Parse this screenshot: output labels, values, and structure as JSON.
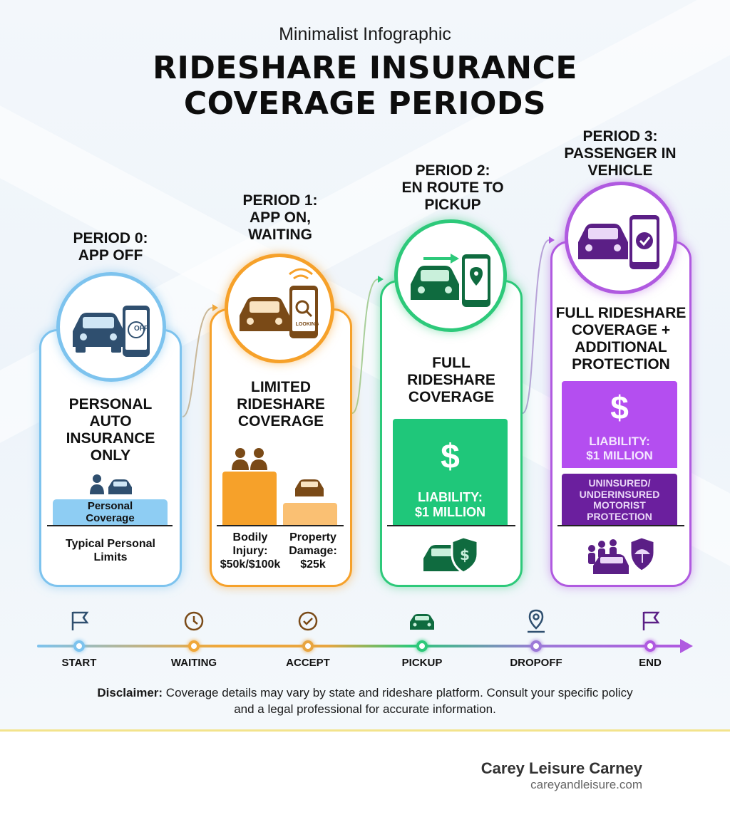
{
  "header": {
    "subtitle": "Minimalist Infographic",
    "title_line1": "RIDESHARE INSURANCE",
    "title_line2": "COVERAGE PERIODS"
  },
  "colors": {
    "period0": "#7dc3ee",
    "period1": "#f6a12a",
    "period2": "#2dc97a",
    "period3": "#b05ae0"
  },
  "periods": [
    {
      "label_line1": "PERIOD 0:",
      "label_line2": "APP OFF",
      "icon": "car-phone-off-icon",
      "phone_text": "OFF",
      "coverage_lines": [
        "PERSONAL",
        "AUTO",
        "INSURANCE",
        "ONLY"
      ],
      "bar_label_line1": "Personal",
      "bar_label_line2": "Coverage",
      "footer_line1": "Typical Personal",
      "footer_line2": "Limits"
    },
    {
      "label_line1": "PERIOD 1:",
      "label_line2": "APP ON,",
      "label_line3": "WAITING",
      "icon": "car-phone-looking-icon",
      "phone_text": "LOOKING",
      "coverage_lines": [
        "LIMITED",
        "RIDESHARE",
        "COVERAGE"
      ],
      "bodily_lines": [
        "Bodily",
        "Injury:",
        "$50k/$100k"
      ],
      "property_lines": [
        "Property",
        "Damage:",
        "$25k"
      ]
    },
    {
      "label_line1": "PERIOD 2:",
      "label_line2": "EN ROUTE TO",
      "label_line3": "PICKUP",
      "icon": "car-phone-location-icon",
      "coverage_lines": [
        "FULL",
        "RIDESHARE",
        "COVERAGE"
      ],
      "dollar": "$",
      "liability_line1": "LIABILITY:",
      "liability_line2": "$1 MILLION"
    },
    {
      "label_line1": "PERIOD 3:",
      "label_line2": "PASSENGER IN",
      "label_line3": "VEHICLE",
      "icon": "car-phone-check-icon",
      "coverage_lines": [
        "FULL RIDESHARE",
        "COVERAGE +",
        "ADDITIONAL",
        "PROTECTION"
      ],
      "dollar": "$",
      "liability_line1": "LIABILITY:",
      "liability_line2": "$1 MILLION",
      "uninsured_lines": [
        "UNINSURED/",
        "UNDERINSURED",
        "MOTORIST",
        "PROTECTION"
      ]
    }
  ],
  "timeline": [
    {
      "label": "START",
      "icon": "flag-icon",
      "color": "#7dc3ee"
    },
    {
      "label": "WAITING",
      "icon": "clock-icon",
      "color": "#f0a83a"
    },
    {
      "label": "ACCEPT",
      "icon": "check-circle-icon",
      "color": "#e8a540"
    },
    {
      "label": "PICKUP",
      "icon": "car-icon",
      "color": "#2dc97a"
    },
    {
      "label": "DROPOFF",
      "icon": "map-pin-icon",
      "color": "#9d7ad8"
    },
    {
      "label": "END",
      "icon": "flag-icon",
      "color": "#b05ae0"
    }
  ],
  "disclaimer": {
    "bold": "Disclaimer:",
    "text": " Coverage details may vary by state and rideshare platform. Consult your specific policy and a legal professional for accurate information."
  },
  "brand": {
    "name": "Carey Leisure Carney",
    "url": "careyandleisure.com"
  }
}
